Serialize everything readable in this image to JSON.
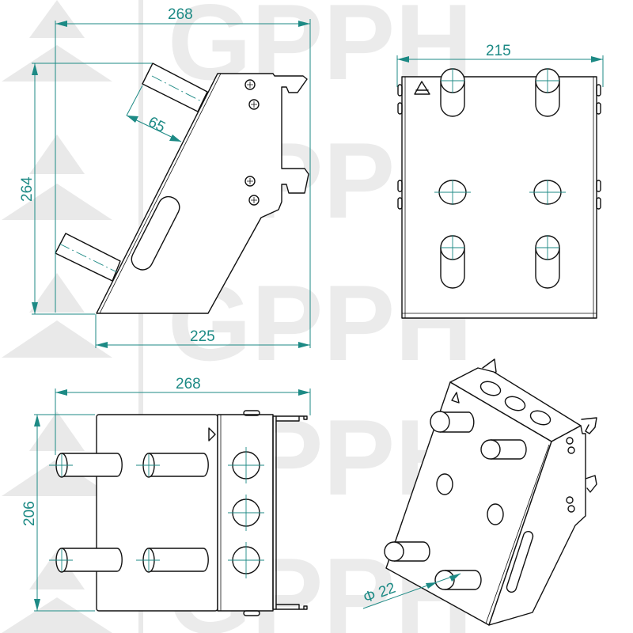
{
  "watermark": {
    "text": "GPPH",
    "color": "#e9e9e9",
    "rows_y": [
      100,
      275,
      450,
      625,
      800
    ]
  },
  "colors": {
    "dimension": "#1d8a85",
    "outline": "#111111",
    "background": "#ffffff"
  },
  "views": {
    "side_view": {
      "label": "side-view",
      "dimensions": {
        "overall_width": "268",
        "overall_height": "264",
        "tube_length": "65",
        "base_length": "225"
      }
    },
    "front_view": {
      "label": "front-view",
      "dimensions": {
        "width": "215"
      }
    },
    "top_view": {
      "label": "top-view",
      "dimensions": {
        "overall_width": "268",
        "depth": "206"
      }
    },
    "isometric_view": {
      "label": "isometric-view",
      "dimensions": {
        "tube_diameter": "Φ 22"
      }
    }
  }
}
